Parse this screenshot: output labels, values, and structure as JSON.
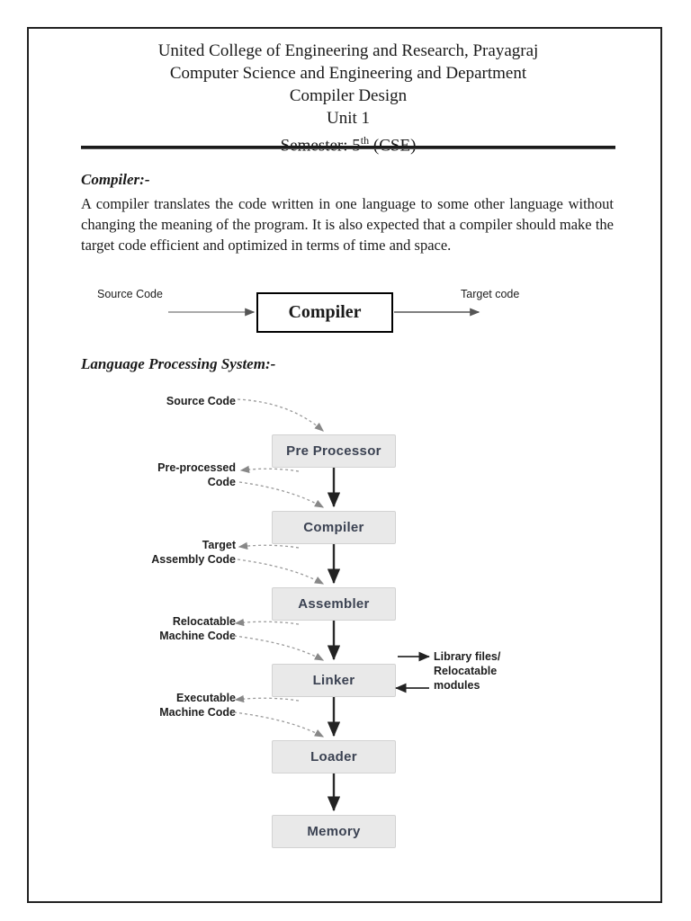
{
  "header": {
    "line1": "United College of Engineering and Research, Prayagraj",
    "line2": "Computer Science and Engineering and Department",
    "line3": "Compiler Design",
    "line4": "Unit 1",
    "semester_prefix": "Semester: 5",
    "semester_sup": "th",
    "semester_suffix": " (CSE)"
  },
  "sections": {
    "compiler_heading": "Compiler:-",
    "compiler_paragraph": "A compiler translates the code written in one language to some other language without changing the meaning of the program. It is also expected that a compiler should make the target code efficient and optimized in terms of time and space.",
    "lps_heading": "Language Processing System:-"
  },
  "diagram_compiler": {
    "source_label": "Source Code",
    "box_label": "Compiler",
    "target_label": "Target code"
  },
  "flowchart": {
    "nodes": [
      {
        "label": "Pre Processor"
      },
      {
        "label": "Compiler"
      },
      {
        "label": "Assembler"
      },
      {
        "label": "Linker"
      },
      {
        "label": "Loader"
      },
      {
        "label": "Memory"
      }
    ],
    "labels": [
      {
        "text": "Source Code"
      },
      {
        "text": "Pre-processed\nCode"
      },
      {
        "text": "Target\nAssembly Code"
      },
      {
        "text": "Relocatable\nMachine Code"
      },
      {
        "text": "Executable\nMachine Code"
      },
      {
        "text": "Library files/\nRelocatable\nmodules"
      }
    ]
  },
  "colors": {
    "node_fill": "#e9e9e9",
    "node_text": "#3b4252",
    "page_border": "#222222",
    "rule": "#1b1b1b"
  }
}
